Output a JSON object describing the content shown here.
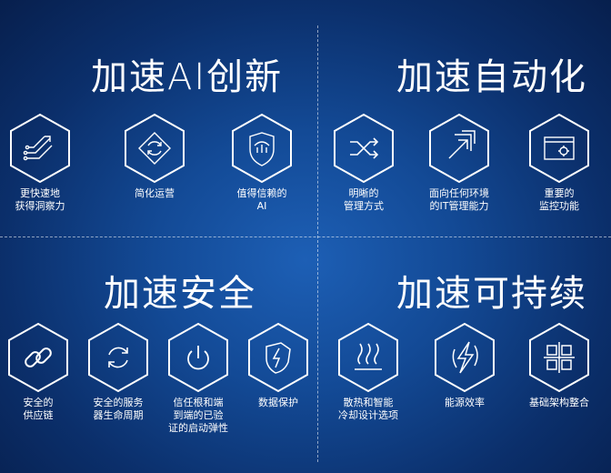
{
  "quadrants": {
    "ai": {
      "title": "加速AI创新",
      "items": [
        {
          "label": "更快速地\n获得洞察力",
          "icon": "insight-arrows-icon"
        },
        {
          "label": "简化运营",
          "icon": "refresh-diamond-icon"
        },
        {
          "label": "值得信赖的\nAI",
          "icon": "trusted-ai-shield-icon"
        }
      ]
    },
    "automation": {
      "title": "加速自动化",
      "items": [
        {
          "label": "明晰的\n管理方式",
          "icon": "shuffle-icon"
        },
        {
          "label": "面向任何环境\n的IT管理能力",
          "icon": "expand-arrows-icon"
        },
        {
          "label": "重要的\n监控功能",
          "icon": "monitor-gear-icon"
        }
      ]
    },
    "security": {
      "title": "加速安全",
      "items": [
        {
          "label": "安全的\n供应链",
          "icon": "link-icon"
        },
        {
          "label": "安全的服务\n器生命周期",
          "icon": "cycle-icon"
        },
        {
          "label": "信任根和端\n到端的已验\n证的启动弹性",
          "icon": "power-icon"
        },
        {
          "label": "数据保护",
          "icon": "shield-bolt-icon"
        }
      ]
    },
    "sustainability": {
      "title": "加速可持续",
      "items": [
        {
          "label": "散热和智能\n冷却设计选项",
          "icon": "heat-waves-icon"
        },
        {
          "label": "能源效率",
          "icon": "energy-bolt-icon"
        },
        {
          "label": "基础架构整合",
          "icon": "consolidate-grid-icon"
        }
      ]
    }
  }
}
